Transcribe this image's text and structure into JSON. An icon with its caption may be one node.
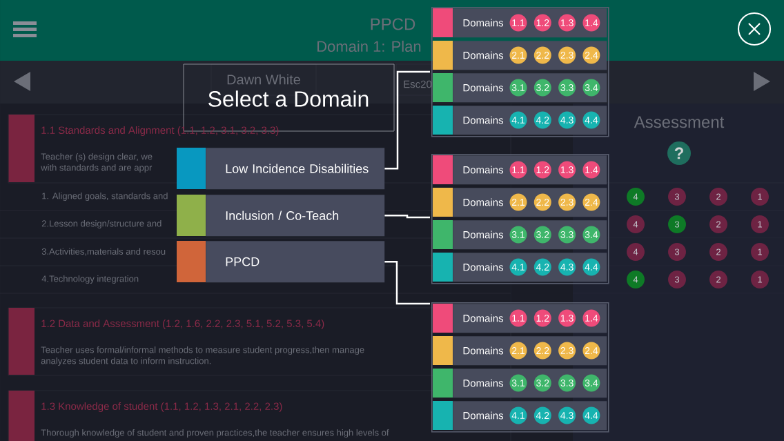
{
  "diagram": {
    "title": "Select a Domain",
    "nodes": [
      {
        "text": [
          "Low Incidence Disabilities"
        ]
      },
      {
        "text": [
          "Inclusion / Co-Teach"
        ]
      },
      {
        "text": [
          "PPCD"
        ]
      },
      {
        "text": [],
        "shape": "box"
      },
      {
        "text": [
          "Domains",
          "1.1",
          "1.2",
          "1.3",
          "1.4"
        ],
        "in": 3
      },
      {
        "text": [
          "Domains",
          "2.1",
          "2.2",
          "2.3",
          "2.4"
        ],
        "in": 3
      },
      {
        "text": [
          "Domains",
          "3.1",
          "3.2",
          "3.3",
          "3.4"
        ],
        "in": 3
      },
      {
        "text": [
          "Domains",
          "4.1",
          "4.2",
          "4.3",
          "4.4"
        ],
        "in": 3
      },
      {
        "text": [],
        "shape": "box"
      },
      {
        "text": [
          "Domains",
          "1.1",
          "1.2",
          "1.3",
          "1.4"
        ],
        "in": 8
      },
      {
        "text": [
          "Domains",
          "2.1",
          "2.2",
          "2.3",
          "2.4"
        ],
        "in": 8
      },
      {
        "text": [
          "Domains",
          "3.1",
          "3.2",
          "3.3",
          "3.4"
        ],
        "in": 8
      },
      {
        "text": [
          "Domains",
          "4.1",
          "4.2",
          "4.3",
          "4.4"
        ],
        "in": 8
      },
      {
        "text": [],
        "shape": "box"
      },
      {
        "text": [
          "Domains",
          "1.1",
          "1.2",
          "1.3",
          "1.4"
        ],
        "in": 13
      },
      {
        "text": [
          "Domains",
          "2.1",
          "2.2",
          "2.3",
          "2.4"
        ],
        "in": 13
      },
      {
        "text": [
          "Domains",
          "3.1",
          "3.2",
          "3.3",
          "3.4"
        ],
        "in": 13
      },
      {
        "text": [
          "Domains",
          "4.1",
          "4.2",
          "4.3",
          "4.4"
        ],
        "in": 13
      }
    ],
    "edges": [
      {
        "from": 0,
        "to": 3,
        "arrow": "none"
      },
      {
        "from": 1,
        "to": 8,
        "arrow": "none"
      },
      {
        "from": 2,
        "to": 13,
        "arrow": "none"
      }
    ],
    "labels": [
      "PPCD",
      "Domain 1: Plan",
      "Dawn White",
      "Esc20",
      "1.1 Standards and Alignment (1.1, 1.2, 3.1, 3.2, 3.3)",
      "Teacher (s) design clear, we",
      "with standards and are appr",
      "1. Aligned goals, standards and",
      "2.Lesson design/structure and",
      "3.Activities,materials and resou",
      "4.Technology integration",
      "1.2 Data and Assessment (1.2, 1.6, 2.2, 2.3, 5.1, 5.2, 5.3, 5.4)",
      "Teacher uses formal/informal methods to measure student progress,then manage",
      "analyzes student data to inform instruction.",
      "1.3 Knowledge of student (1.1, 1.2, 1.3, 2.1, 2.2, 2.3)",
      "Thorough knowledge of student and proven practices,the teacher ensures high levels of",
      "Assessment",
      "?",
      "4",
      "3",
      "2",
      "1",
      "4",
      "3",
      "2",
      "1",
      "4",
      "3",
      "2",
      "1",
      "4",
      "3",
      "2",
      "1"
    ]
  }
}
